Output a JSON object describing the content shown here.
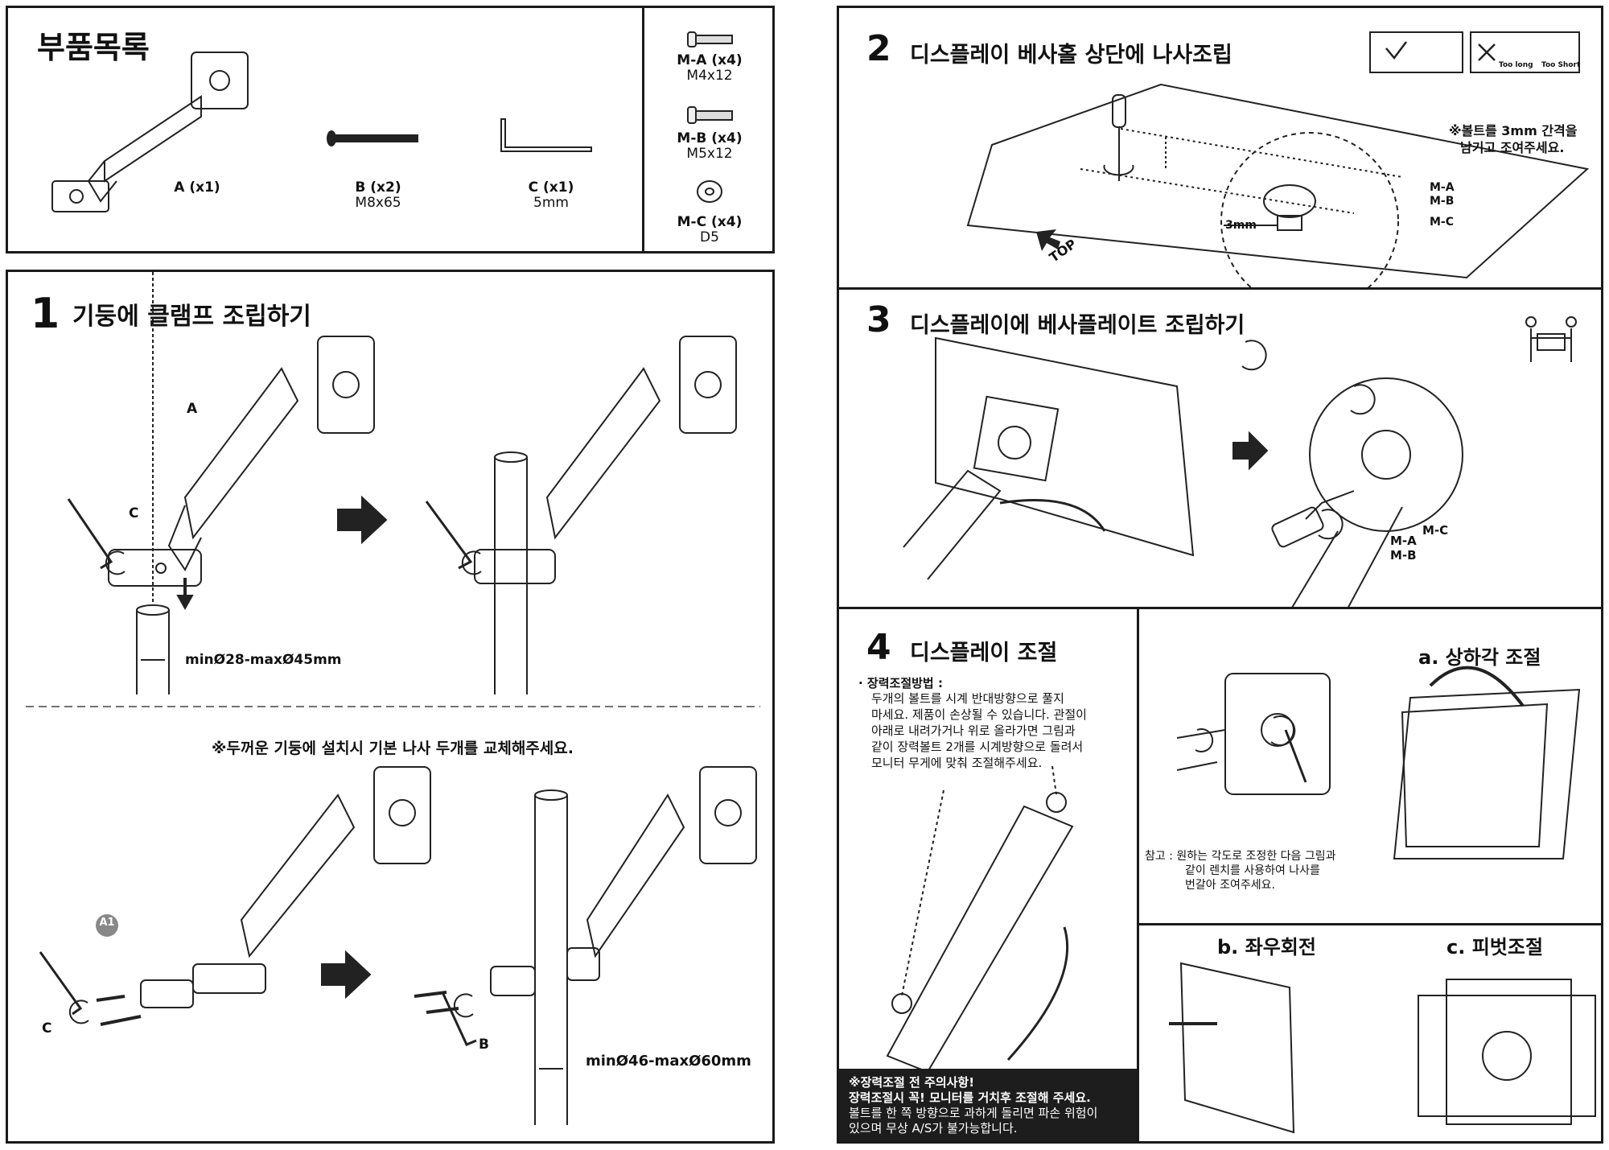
{
  "parts": {
    "title": "부품목록",
    "items": [
      {
        "label": "A (x1)",
        "spec": ""
      },
      {
        "label": "B (x2)",
        "spec": "M8x65"
      },
      {
        "label": "C (x1)",
        "spec": "5mm"
      }
    ],
    "screws": [
      {
        "label": "M-A (x4)",
        "spec": "M4x12"
      },
      {
        "label": "M-B (x4)",
        "spec": "M5x12"
      },
      {
        "label": "M-C (x4)",
        "spec": "D5"
      }
    ]
  },
  "step1": {
    "num": "1",
    "title": "기둥에 클램프 조립하기",
    "label_a": "A",
    "label_c": "C",
    "dim_small": "minØ28-maxØ45mm",
    "note_thick": "※두꺼운 기둥에 설치시 기본 나사 두개를 교체해주세요.",
    "badge": "A1",
    "label_c2": "C",
    "label_b": "B",
    "dim_large": "minØ46-maxØ60mm"
  },
  "step2": {
    "num": "2",
    "title": "디스플레이 베사홀 상단에 나사조립",
    "top_label": "TOP",
    "note_line1": "※볼트를 3mm 간격을",
    "note_line2": "남기고 조여주세요.",
    "label_ma": "M-A",
    "label_mb": "M-B",
    "label_mc": "M-C",
    "gap": "3mm",
    "too_long": "Too long",
    "too_short": "Too Short"
  },
  "step3": {
    "num": "3",
    "title": "디스플레이에 베사플레이트 조립하기",
    "label_mc": "M-C",
    "label_ma": "M-A",
    "label_mb": "M-B"
  },
  "step4": {
    "num": "4",
    "title": "디스플레이 조절",
    "tension_head": "· 장력조절방법 :",
    "tension_lines": [
      "두개의 볼트를 시계 반대방향으로 풀지",
      "마세요. 제품이 손상될 수 있습니다. 관절이",
      "아래로 내려가거나 위로 올라가면 그림과",
      "같이 장력볼트 2개를 시계방향으로 돌려서",
      "모니터 무게에 맞춰 조절해주세요."
    ],
    "warn_lines": [
      "※장력조절 전 주의사항!",
      "장력조절시 꼭! 모니터를 거치후 조절해 주세요.",
      "볼트를 한 쪽 방향으로 과하게 돌리면 파손 위험이",
      "있으며 무상 A/S가 불가능합니다."
    ],
    "ref_lines": [
      "참고 : 원하는 각도로 조정한 다음 그림과",
      "같이 렌치를 사용하여 나사를",
      "번갈아 조여주세요."
    ],
    "tilt": "a. 상하각 조절",
    "swivel": "b. 좌우회전",
    "pivot": "c. 피벗조절"
  }
}
